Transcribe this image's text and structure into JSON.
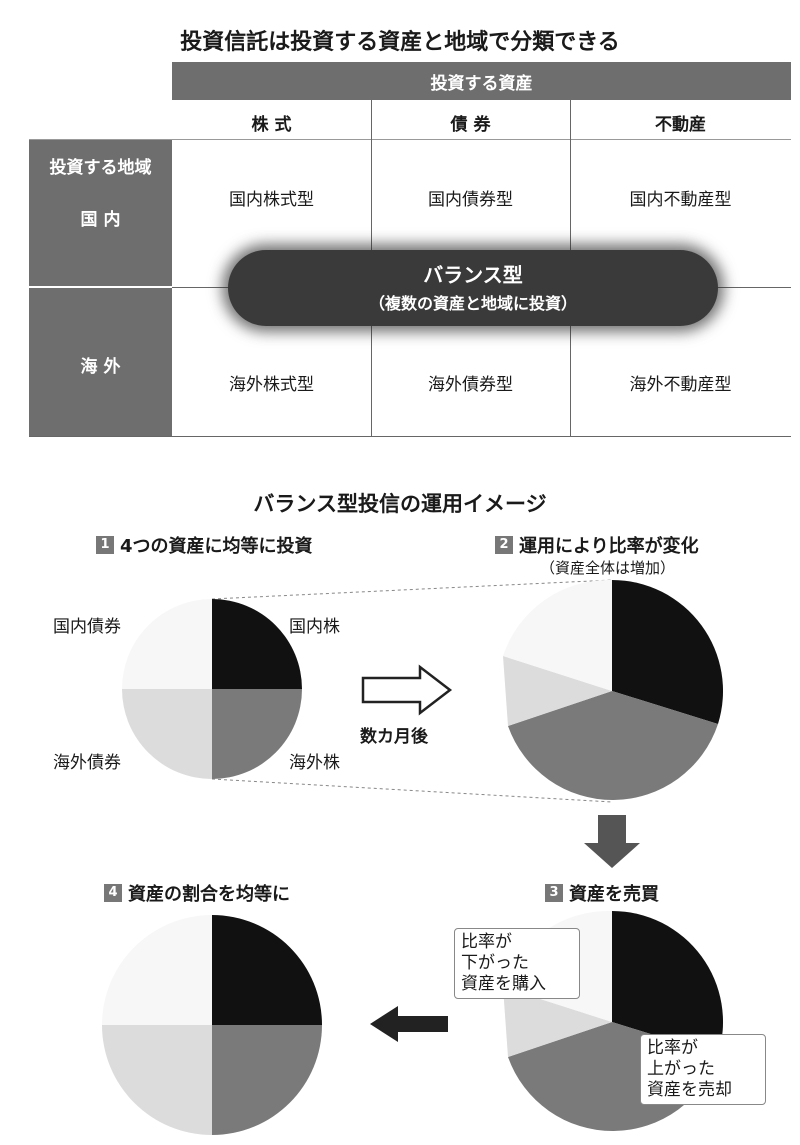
{
  "table": {
    "title": "投資信託は投資する資産と地域で分類できる",
    "assets_header": "投資する資産",
    "columns": [
      "株 式",
      "債 券",
      "不動産"
    ],
    "region_header": "投資する地域",
    "rows": [
      {
        "region": "国 内",
        "cells": [
          "国内株式型",
          "国内債券型",
          "国内不動産型"
        ]
      },
      {
        "region": "海 外",
        "cells": [
          "海外株式型",
          "海外債券型",
          "海外不動産型"
        ]
      }
    ],
    "balance": {
      "title": "バランス型",
      "subtitle": "（複数の資産と地域に投資）"
    }
  },
  "operation": {
    "title": "バランス型投信の運用イメージ",
    "steps": [
      {
        "num": "1",
        "label": "4つの資産に均等に投資"
      },
      {
        "num": "2",
        "label": "運用により比率が変化",
        "note": "（資産全体は増加）"
      },
      {
        "num": "3",
        "label": "資産を売買"
      },
      {
        "num": "4",
        "label": "資産の割合を均等に"
      }
    ],
    "pie_labels": {
      "domestic_stock": "国内株",
      "domestic_bond": "国内債券",
      "foreign_stock": "海外株",
      "foreign_bond": "海外債券"
    },
    "arrow_label": "数カ月後",
    "callout_buy": [
      "比率が",
      "下がった",
      "資産を購入"
    ],
    "callout_sell": [
      "比率が",
      "上がった",
      "資産を売却"
    ]
  },
  "colors": {
    "header_gray": "#6e6e6e",
    "domestic_stock": "#111111",
    "foreign_stock": "#7a7a7a",
    "foreign_bond": "#dcdcdc",
    "domestic_bond": "#f7f7f7"
  }
}
